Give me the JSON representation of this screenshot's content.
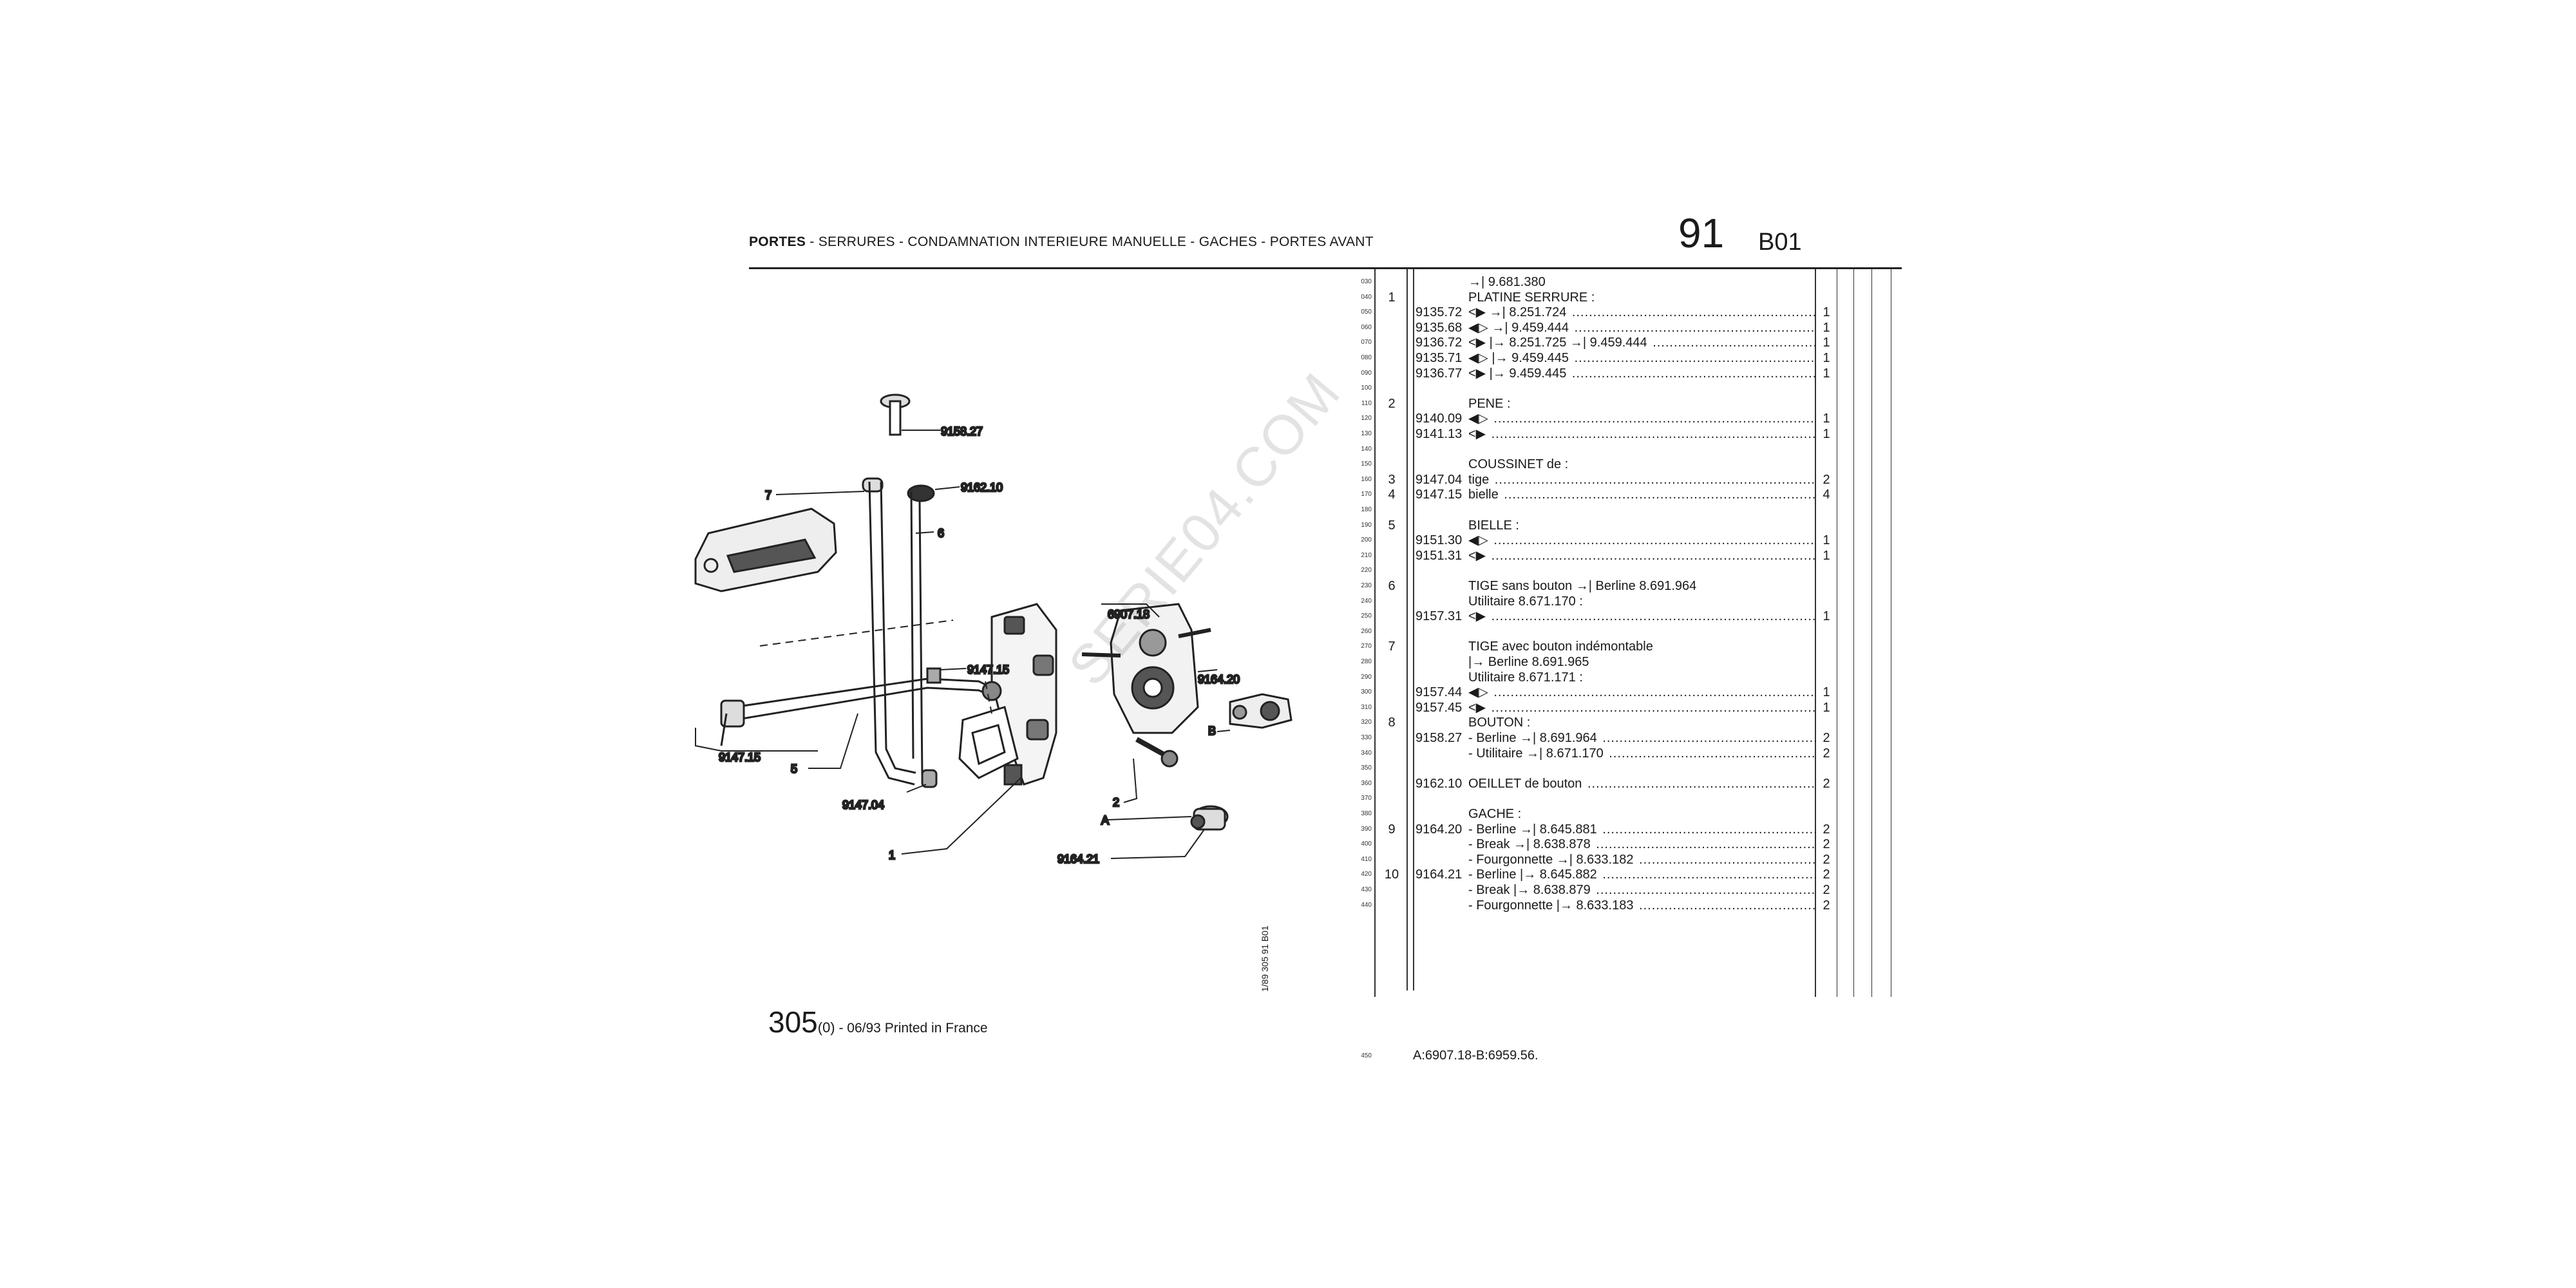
{
  "header": {
    "title_bold": "PORTES",
    "title_rest": " - SERRURES - CONDAMNATION INTERIEURE MANUELLE - GACHES - PORTES AVANT",
    "group_number": "91",
    "page_code": "B01"
  },
  "watermark": "SERIE04.COM",
  "footer": {
    "model": "305",
    "variant": "(0)",
    "print_info": " - 06/93 Printed in France",
    "diagram_ref": "1/89  305  91  B01"
  },
  "diagram": {
    "callouts": [
      "9158.27",
      "9162.10",
      "7",
      "6",
      "6907.18",
      "9147.15",
      "9164.20",
      "B",
      "9147.15",
      "5",
      "9147.04",
      "2",
      "A",
      "1",
      "9164.21"
    ]
  },
  "sequence": [
    "030",
    "040",
    "050",
    "060",
    "070",
    "080",
    "090",
    "100",
    "110",
    "120",
    "130",
    "140",
    "150",
    "160",
    "170",
    "180",
    "190",
    "200",
    "210",
    "220",
    "230",
    "240",
    "250",
    "260",
    "270",
    "280",
    "290",
    "300",
    "310",
    "320",
    "330",
    "340",
    "350",
    "360",
    "370",
    "380",
    "390",
    "400",
    "410",
    "420",
    "430",
    "440",
    "450"
  ],
  "rows": [
    {
      "seq": "030",
      "desc": "→| 9.681.380",
      "dots": false
    },
    {
      "seq": "040",
      "item": "1",
      "desc": "PLATINE SERRURE :",
      "dots": false
    },
    {
      "seq": "050",
      "ref": "9135.72",
      "desc": "<▶ →| 8.251.724",
      "qty": "1",
      "dots": true
    },
    {
      "seq": "060",
      "ref": "9135.68",
      "desc": "◀▷ →| 9.459.444",
      "qty": "1",
      "dots": true
    },
    {
      "seq": "070",
      "ref": "9136.72",
      "desc": "<▶ |→ 8.251.725 →| 9.459.444",
      "qty": "1",
      "dots": true
    },
    {
      "seq": "080",
      "ref": "9135.71",
      "desc": "◀▷ |→ 9.459.445",
      "qty": "1",
      "dots": true
    },
    {
      "seq": "090",
      "ref": "9136.77",
      "desc": "<▶ |→ 9.459.445",
      "qty": "1",
      "dots": true
    },
    {
      "seq": "110",
      "item": "2",
      "desc": "PENE :",
      "dots": false
    },
    {
      "seq": "120",
      "ref": "9140.09",
      "desc": "◀▷",
      "qty": "1",
      "dots": true
    },
    {
      "seq": "130",
      "ref": "9141.13",
      "desc": "<▶",
      "qty": "1",
      "dots": true
    },
    {
      "seq": "150",
      "desc": "COUSSINET de :",
      "dots": false
    },
    {
      "seq": "160",
      "item": "3",
      "ref": "9147.04",
      "desc": "tige",
      "qty": "2",
      "dots": true
    },
    {
      "seq": "170",
      "item": "4",
      "ref": "9147.15",
      "desc": "bielle",
      "qty": "4",
      "dots": true
    },
    {
      "seq": "190",
      "item": "5",
      "desc": "BIELLE :",
      "dots": false
    },
    {
      "seq": "200",
      "ref": "9151.30",
      "desc": "◀▷",
      "qty": "1",
      "dots": true
    },
    {
      "seq": "210",
      "ref": "9151.31",
      "desc": "<▶",
      "qty": "1",
      "dots": true
    },
    {
      "seq": "230",
      "item": "6",
      "desc": "TIGE sans bouton →| Berline 8.691.964",
      "dots": false
    },
    {
      "seq": "240",
      "desc": "Utilitaire 8.671.170 :",
      "dots": false
    },
    {
      "seq": "250",
      "ref": "9157.31",
      "desc": "<▶",
      "qty": "1",
      "dots": true
    },
    {
      "seq": "270",
      "item": "7",
      "desc": "TIGE avec bouton indémontable",
      "dots": false
    },
    {
      "seq": "280",
      "desc": "|→ Berline 8.691.965",
      "dots": false
    },
    {
      "seq": "290",
      "desc": "Utilitaire 8.671.171 :",
      "dots": false
    },
    {
      "seq": "300",
      "ref": "9157.44",
      "desc": "◀▷",
      "qty": "1",
      "dots": true
    },
    {
      "seq": "310",
      "ref": "9157.45",
      "desc": "<▶",
      "qty": "1",
      "dots": true
    },
    {
      "seq": "320",
      "item": "8",
      "desc": "BOUTON :",
      "dots": false
    },
    {
      "seq": "330",
      "ref": "9158.27",
      "desc": "- Berline →| 8.691.964",
      "qty": "2",
      "dots": true
    },
    {
      "seq": "340",
      "desc": "- Utilitaire →| 8.671.170",
      "qty": "2",
      "dots": true
    },
    {
      "seq": "360",
      "ref": "9162.10",
      "desc": "OEILLET de bouton",
      "qty": "2",
      "dots": true
    },
    {
      "seq": "380",
      "desc": "GACHE :",
      "dots": false
    },
    {
      "seq": "390",
      "item": "9",
      "ref": "9164.20",
      "desc": "- Berline →| 8.645.881",
      "qty": "2",
      "dots": true
    },
    {
      "seq": "400",
      "desc": "- Break →| 8.638.878",
      "qty": "2",
      "dots": true
    },
    {
      "seq": "410",
      "desc": "- Fourgonnette →| 8.633.182",
      "qty": "2",
      "dots": true
    },
    {
      "seq": "420",
      "item": "10",
      "ref": "9164.21",
      "desc": "- Berline |→ 8.645.882",
      "qty": "2",
      "dots": true
    },
    {
      "seq": "430",
      "desc": "- Break |→ 8.638.879",
      "qty": "2",
      "dots": true
    },
    {
      "seq": "440",
      "desc": "- Fourgonnette |→ 8.633.183",
      "qty": "2",
      "dots": true
    }
  ],
  "last_row": {
    "seq": "450",
    "text": "A:6907.18-B:6959.56."
  }
}
